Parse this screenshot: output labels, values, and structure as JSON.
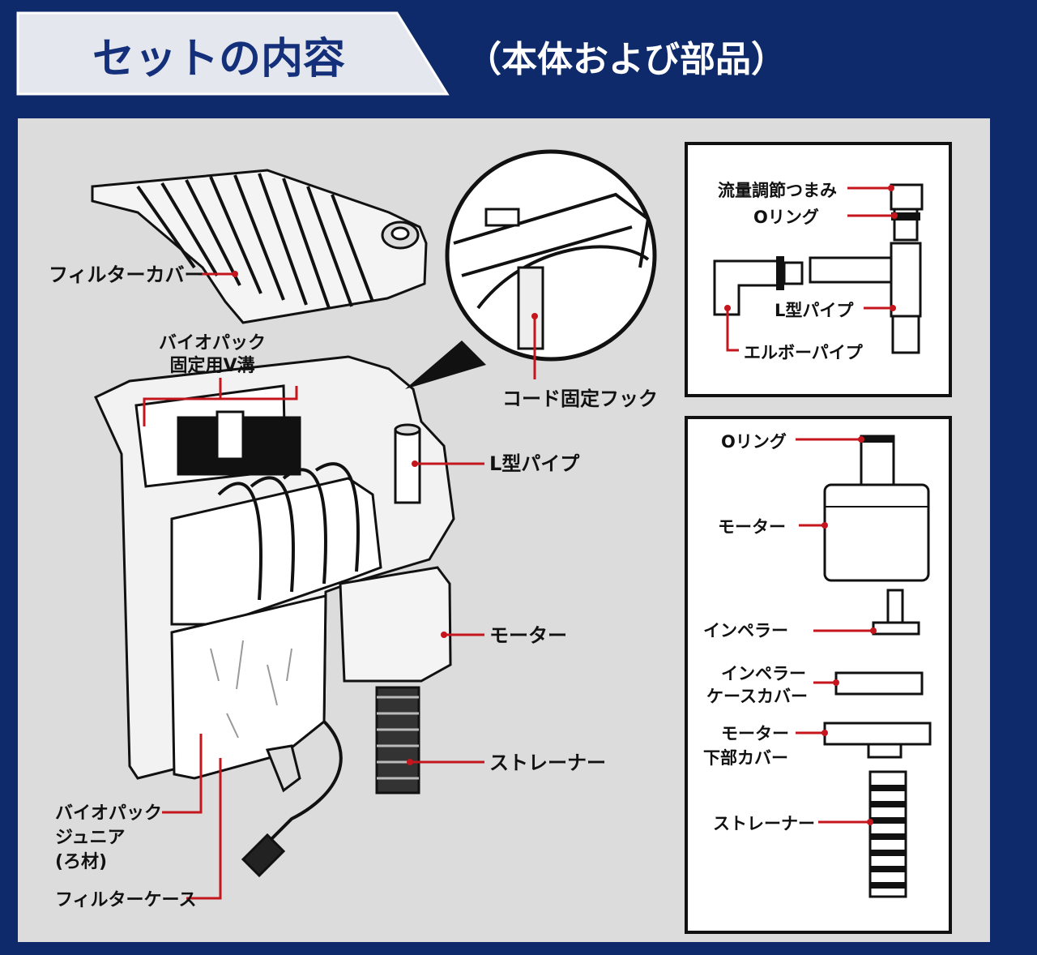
{
  "header": {
    "title": "セットの内容",
    "subtitle": "（本体および部品）"
  },
  "colors": {
    "header_bg": "#0e2a6a",
    "title_text": "#15307a",
    "leader_line": "#c4161c",
    "panel_bg": "#dcdcdc",
    "box_bg": "#ffffff"
  },
  "main_labels": {
    "filter_cover": "フィルターカバー",
    "biopack_groove_1": "バイオパック",
    "biopack_groove_2": "固定用V溝",
    "cord_hook": "コード固定フック",
    "l_pipe": "L型パイプ",
    "motor": "モーター",
    "strainer": "ストレーナー",
    "biopack_junior_1": "バイオパック",
    "biopack_junior_2": "ジュニア",
    "biopack_junior_3": "(ろ材)",
    "filter_case": "フィルターケース"
  },
  "pipe_box": {
    "flow_knob": "流量調節つまみ",
    "o_ring": "Oリング",
    "l_pipe": "L型パイプ",
    "elbow_pipe": "エルボーパイプ"
  },
  "motor_box": {
    "o_ring": "Oリング",
    "motor": "モーター",
    "impeller": "インペラー",
    "impeller_cover_1": "インペラー",
    "impeller_cover_2": "ケースカバー",
    "motor_lower_1": "モーター",
    "motor_lower_2": "下部カバー",
    "strainer": "ストレーナー"
  }
}
